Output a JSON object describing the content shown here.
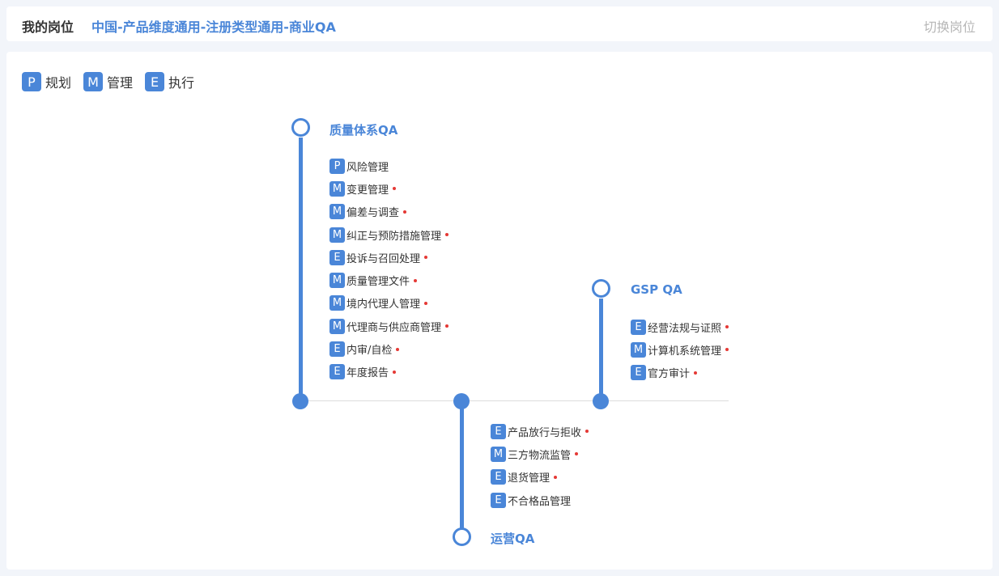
{
  "header": {
    "title": "我的岗位",
    "post": "中国-产品维度通用-注册类型通用-商业QA",
    "switch_label": "切换岗位"
  },
  "legend": [
    {
      "badge": "P",
      "label": "规划"
    },
    {
      "badge": "M",
      "label": "管理"
    },
    {
      "badge": "E",
      "label": "执行"
    }
  ],
  "groups": {
    "quality": {
      "title": "质量体系QA",
      "items": [
        {
          "badge": "P",
          "label": "风险管理",
          "required": false
        },
        {
          "badge": "M",
          "label": "变更管理",
          "required": true
        },
        {
          "badge": "M",
          "label": "偏差与调查",
          "required": true
        },
        {
          "badge": "M",
          "label": "纠正与预防措施管理",
          "required": true
        },
        {
          "badge": "E",
          "label": "投诉与召回处理",
          "required": true
        },
        {
          "badge": "M",
          "label": "质量管理文件",
          "required": true
        },
        {
          "badge": "M",
          "label": "境内代理人管理",
          "required": true
        },
        {
          "badge": "M",
          "label": "代理商与供应商管理",
          "required": true
        },
        {
          "badge": "E",
          "label": "内审/自检",
          "required": true
        },
        {
          "badge": "E",
          "label": "年度报告",
          "required": true
        }
      ]
    },
    "gsp": {
      "title": "GSP QA",
      "items": [
        {
          "badge": "E",
          "label": "经营法规与证照",
          "required": true
        },
        {
          "badge": "M",
          "label": "计算机系统管理",
          "required": true
        },
        {
          "badge": "E",
          "label": "官方审计",
          "required": true
        }
      ]
    },
    "ops": {
      "title": "运营QA",
      "items": [
        {
          "badge": "E",
          "label": "产品放行与拒收",
          "required": true
        },
        {
          "badge": "M",
          "label": "三方物流监管",
          "required": true
        },
        {
          "badge": "E",
          "label": "退货管理",
          "required": true
        },
        {
          "badge": "E",
          "label": "不合格品管理",
          "required": false
        }
      ]
    }
  }
}
